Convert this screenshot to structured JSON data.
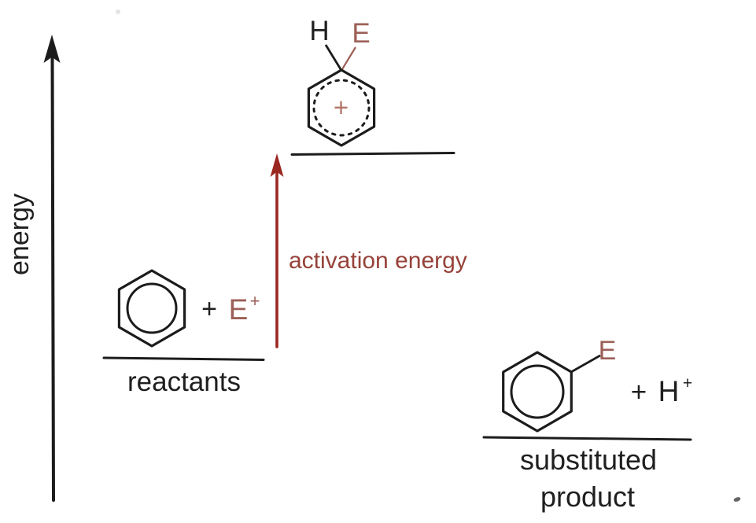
{
  "axis": {
    "label": "energy"
  },
  "activation_arrow": {
    "label": "activation energy"
  },
  "levels": {
    "reactants": {
      "label": "reactants",
      "plus": "+",
      "electrophile": "E",
      "electrophile_charge": "+"
    },
    "transition_state": {
      "hydrogen": "H",
      "electrophile": "E",
      "ring_charge": "+"
    },
    "product": {
      "label_line1": "substituted",
      "label_line2": "product",
      "electrophile": "E",
      "plus": "+",
      "hydrogen": "H",
      "hydrogen_charge": "+"
    }
  },
  "colors": {
    "ink": "#1c1c1c",
    "activation_arrow_red": "#9b2721",
    "activation_label_red": "#96423a",
    "electrophile_red": "#9c5f57",
    "ring_charge_red": "#b4756a"
  }
}
